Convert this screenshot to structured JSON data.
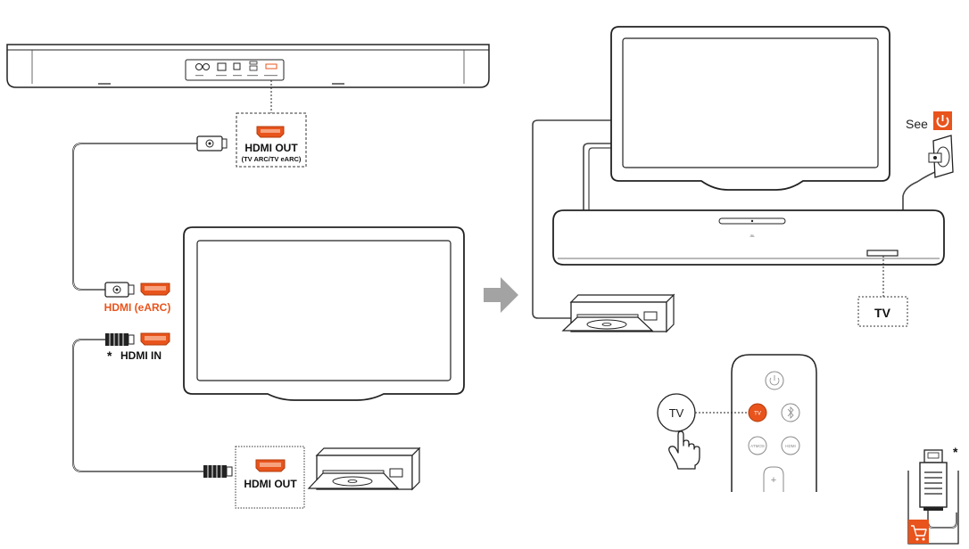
{
  "labels": {
    "soundbar_hdmi_out": "HDMI OUT",
    "soundbar_hdmi_out_sub": "(TV ARC/TV eARC)",
    "tv_hdmi_earc": "HDMI (eARC)",
    "tv_hdmi_in": "HDMI IN",
    "asterisk": "*",
    "source_hdmi_out": "HDMI OUT",
    "see_text": "See",
    "tv_indicator": "TV",
    "remote_tv_callout": "TV",
    "remote_tv_button": "TV",
    "remote_atmos_button": "ATMOS",
    "remote_hdmi_button": "HDMI",
    "soundbar_logo": "JBL",
    "plug_asterisk": "*"
  },
  "colors": {
    "accent_orange": "#e8541c",
    "line_dark": "#222222",
    "line_gray": "#555555",
    "arrow_gray": "#999999"
  },
  "icons": {
    "power": "power-icon",
    "hand_pointer": "hand-pointer-icon",
    "shopping_cart": "shopping-cart-icon",
    "bluetooth": "bluetooth-icon",
    "hdmi_port": "hdmi-port-icon",
    "disc_player": "disc-player-icon"
  }
}
